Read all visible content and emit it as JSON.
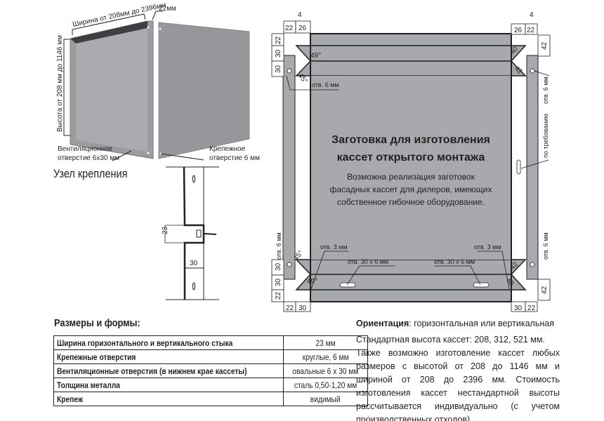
{
  "photo": {
    "width_label": "Ширина от 208мм до 2396мм",
    "flange_label": "22мм",
    "height_label": "Высота от 208 мм до 1146 мм",
    "vent_label_1": "Вентиляционное",
    "vent_label_2": "отверстие 6х30 мм",
    "fix_label_1": "Крепежное",
    "fix_label_2": "отверстие 6 мм"
  },
  "node": {
    "title": "Узел крепления",
    "dim_gap": "23",
    "dim_30": "30"
  },
  "blank": {
    "title_1": "Заготовка для изготовления",
    "title_2": "кассет открытого монтажа",
    "desc_1": "Возможна реализация заготовок",
    "desc_2": "фасадных кассет для дилеров, имеющих",
    "desc_3": "собственное гибочное оборудование.",
    "dims": {
      "d4": "4",
      "d22": "22",
      "d26": "26",
      "d30": "30",
      "d42": "42",
      "d40": "40"
    },
    "angles": {
      "a49": "49°",
      "a45": "45°"
    },
    "hole6": "отв. 6 мм",
    "hole3": "отв. 3 мм",
    "slot": "отв. 30 х 6 мм",
    "on_request": "по требованию"
  },
  "sizes": {
    "title": "Размеры и формы:",
    "rows": [
      {
        "key": "Ширина горизонтального и вертикального стыка",
        "value": "23 мм"
      },
      {
        "key": "Крепежные отверстия",
        "value": "круглые, 6 мм"
      },
      {
        "key": "Вентиляционные отверстия (в нижнем крае кассеты)",
        "value": "овальные 6 х 30 мм"
      },
      {
        "key": "Толщина металла",
        "value": "сталь 0,50-1,20 мм"
      },
      {
        "key": "Крепеж",
        "value": "видимый"
      }
    ]
  },
  "info": {
    "orientation_label": "Ориентация",
    "orientation_value": ": горизонтальная или вертикальная",
    "standard": "Стандартная высота кассет: 208, 312, 521 мм.",
    "body": "Также возможно изготовление кассет любых размеров с высотой от 208 до 1146 мм и шириной от 208 до 2396 мм. Стоимость изготовления кассет нестандартной высоты рассчитывается индивидуально (с учетом производственных отходов)."
  },
  "colors": {
    "panel": "#a7a9ac",
    "line": "#231f20"
  }
}
